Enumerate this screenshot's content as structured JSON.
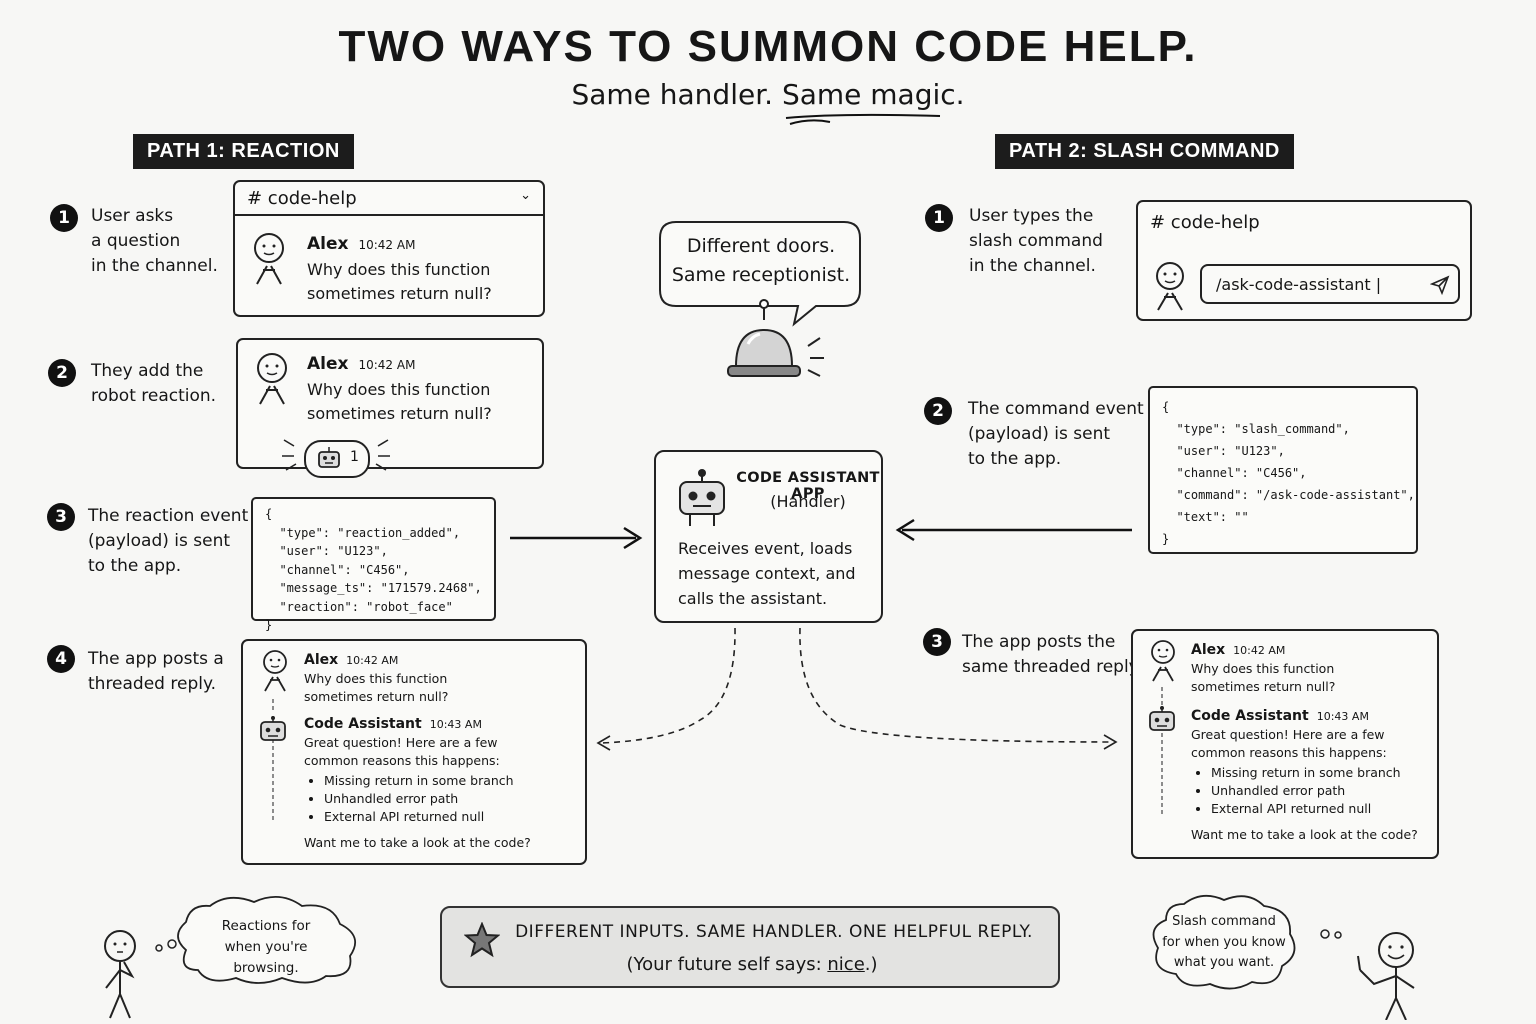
{
  "header": {
    "title": "TWO WAYS TO SUMMON CODE HELP.",
    "subtitle": "Same handler.  Same magic."
  },
  "path1": {
    "label": "PATH 1: REACTION",
    "steps": [
      {
        "num": "1",
        "text": "User asks\na question\nin the channel."
      },
      {
        "num": "2",
        "text": "They add the\nrobot reaction."
      },
      {
        "num": "3",
        "text": "The reaction event\n(payload) is sent\nto the app."
      },
      {
        "num": "4",
        "text": "The app posts a\nthreaded reply."
      }
    ],
    "channel": "# code-help",
    "message": {
      "name": "Alex",
      "time": "10:42 AM",
      "text1": "Why does this function",
      "text2": "sometimes return null?"
    },
    "reaction_count": "1",
    "payload": "{\n  \"type\": \"reaction_added\",\n  \"user\": \"U123\",\n  \"channel\": \"C456\",\n  \"message_ts\": \"171579.2468\",\n  \"reaction\": \"robot_face\"\n}"
  },
  "path2": {
    "label": "PATH 2: SLASH COMMAND",
    "steps": [
      {
        "num": "1",
        "text": "User types the\nslash command\nin the channel."
      },
      {
        "num": "2",
        "text": "The command event\n(payload) is sent\nto the app."
      },
      {
        "num": "3",
        "text": "The app posts the\nsame threaded reply."
      }
    ],
    "channel": "# code-help",
    "command_input": "/ask-code-assistant |",
    "payload": "{\n  \"type\": \"slash_command\",\n  \"user\": \"U123\",\n  \"channel\": \"C456\",\n  \"command\": \"/ask-code-assistant\",\n  \"text\": \"\"\n}"
  },
  "thread_reply": {
    "user_name": "Alex",
    "user_time": "10:42 AM",
    "user_text1": "Why does this function",
    "user_text2": "sometimes return null?",
    "bot_name": "Code Assistant",
    "bot_time": "10:43 AM",
    "bot_text1": "Great question! Here are a few",
    "bot_text2": "common reasons this happens:",
    "bullets": [
      "Missing return in some branch",
      "Unhandled error path",
      "External API returned null"
    ],
    "closing": "Want me to take a look at the code?"
  },
  "speech_bubble": {
    "line1": "Different doors.",
    "line2": "Same receptionist."
  },
  "handler": {
    "title1": "CODE ASSISTANT APP",
    "title2": "(Handler)",
    "desc1": "Receives event, loads",
    "desc2": "message context, and",
    "desc3": "calls the assistant."
  },
  "summary": {
    "line1": "DIFFERENT INPUTS.   SAME HANDLER.   ONE HELPFUL REPLY.",
    "line2_prefix": "(Your future self says: ",
    "line2_em": "nice",
    "line2_suffix": ".)"
  },
  "thought_left": "Reactions for\nwhen you're browsing.",
  "thought_right": "Slash command\nfor when you know\nwhat you want.",
  "icons": [
    "star-icon",
    "robot-icon",
    "bell-icon",
    "send-icon",
    "chevron-down-icon",
    "user-avatar-icon"
  ]
}
